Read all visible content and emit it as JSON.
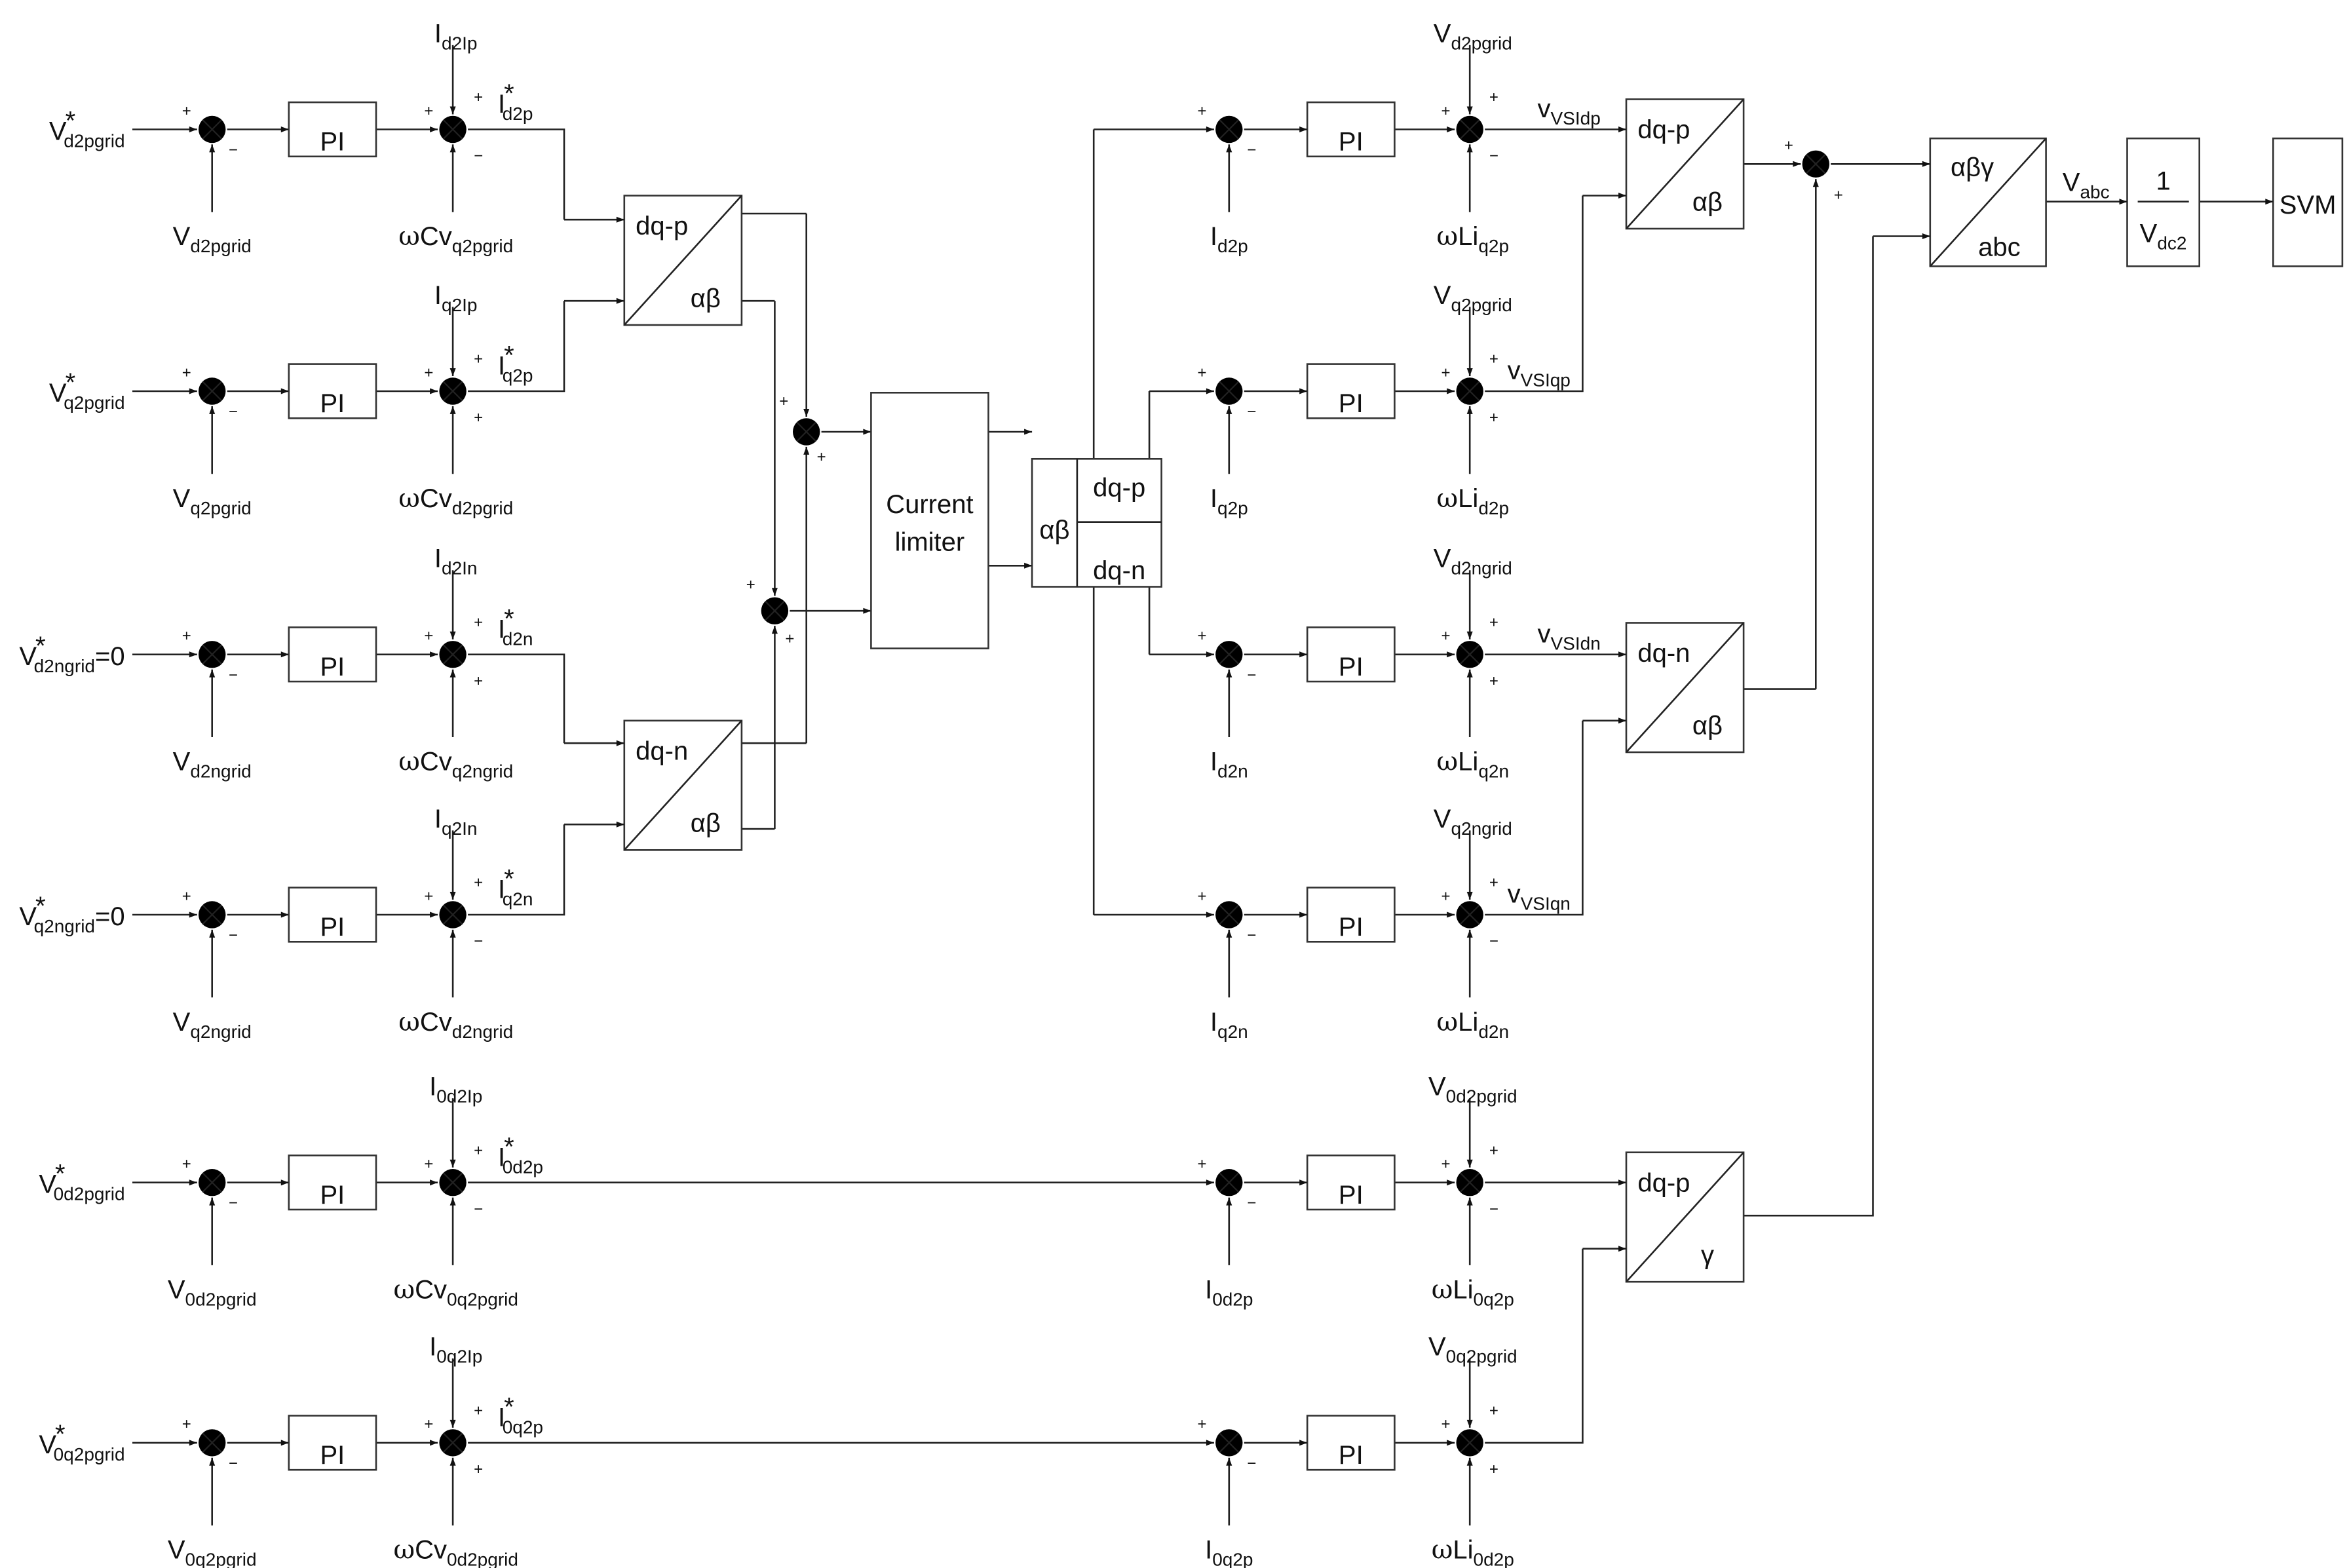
{
  "blocks": {
    "pi": "PI",
    "current_limiter": [
      "Current",
      "limiter"
    ],
    "dq_p": "dq-p",
    "dq_n": "dq-n",
    "ab": "αβ",
    "gamma": "γ",
    "abg": "αβγ",
    "abc": "abc",
    "gain_num": "1",
    "gain_den": {
      "main": "V",
      "sub": "dc2"
    },
    "svm": "SVM"
  },
  "signs": {
    "plus": "+",
    "minus": "−"
  },
  "star": "*",
  "outer_loops": [
    {
      "ref": {
        "main": "V",
        "sub": "d2pgrid",
        "star": true,
        "suffix": ""
      },
      "meas": {
        "main": "V",
        "sub": "d2pgrid"
      },
      "ff_top": {
        "main": "I",
        "sub": "d2Ip"
      },
      "ff_bot": {
        "main": "ωCv",
        "sub": "q2pgrid"
      },
      "out": {
        "main": "I",
        "sub": "d2p",
        "star": true
      },
      "bot_sign": "−"
    },
    {
      "ref": {
        "main": "V",
        "sub": "q2pgrid",
        "star": true,
        "suffix": ""
      },
      "meas": {
        "main": "V",
        "sub": "q2pgrid"
      },
      "ff_top": {
        "main": "I",
        "sub": "q2Ip"
      },
      "ff_bot": {
        "main": "ωCv",
        "sub": "d2pgrid"
      },
      "out": {
        "main": "I",
        "sub": "q2p",
        "star": true
      },
      "bot_sign": "+"
    },
    {
      "ref": {
        "main": "V",
        "sub": "d2ngrid",
        "star": true,
        "suffix": "=0"
      },
      "meas": {
        "main": "V",
        "sub": "d2ngrid"
      },
      "ff_top": {
        "main": "I",
        "sub": "d2In"
      },
      "ff_bot": {
        "main": "ωCv",
        "sub": "q2ngrid"
      },
      "out": {
        "main": "I",
        "sub": "d2n",
        "star": true
      },
      "bot_sign": "+"
    },
    {
      "ref": {
        "main": "V",
        "sub": "q2ngrid",
        "star": true,
        "suffix": "=0"
      },
      "meas": {
        "main": "V",
        "sub": "q2ngrid"
      },
      "ff_top": {
        "main": "I",
        "sub": "q2In"
      },
      "ff_bot": {
        "main": "ωCv",
        "sub": "d2ngrid"
      },
      "out": {
        "main": "I",
        "sub": "q2n",
        "star": true
      },
      "bot_sign": "−"
    },
    {
      "ref": {
        "main": "V",
        "sub": "0d2pgrid",
        "star": true,
        "suffix": ""
      },
      "meas": {
        "main": "V",
        "sub": "0d2pgrid"
      },
      "ff_top": {
        "main": "I",
        "sub": "0d2Ip"
      },
      "ff_bot": {
        "main": "ωCv",
        "sub": "0q2pgrid"
      },
      "out": {
        "main": "I",
        "sub": "0d2p",
        "star": true
      },
      "bot_sign": "−"
    },
    {
      "ref": {
        "main": "V",
        "sub": "0q2pgrid",
        "star": true,
        "suffix": ""
      },
      "meas": {
        "main": "V",
        "sub": "0q2pgrid"
      },
      "ff_top": {
        "main": "I",
        "sub": "0q2Ip"
      },
      "ff_bot": {
        "main": "ωCv",
        "sub": "0d2pgrid"
      },
      "out": {
        "main": "I",
        "sub": "0q2p",
        "star": true
      },
      "bot_sign": "+"
    }
  ],
  "inner_loops": [
    {
      "meas": {
        "main": "I",
        "sub": "d2p"
      },
      "ff_top": {
        "main": "V",
        "sub": "d2pgrid"
      },
      "ff_bot": {
        "main": "ωLi",
        "sub": "q2p"
      },
      "out": {
        "main": "v",
        "sub": "VSIdp"
      },
      "bot_sign": "−"
    },
    {
      "meas": {
        "main": "I",
        "sub": "q2p"
      },
      "ff_top": {
        "main": "V",
        "sub": "q2pgrid"
      },
      "ff_bot": {
        "main": "ωLi",
        "sub": "d2p"
      },
      "out": {
        "main": "v",
        "sub": "VSIqp"
      },
      "bot_sign": "+"
    },
    {
      "meas": {
        "main": "I",
        "sub": "d2n"
      },
      "ff_top": {
        "main": "V",
        "sub": "d2ngrid"
      },
      "ff_bot": {
        "main": "ωLi",
        "sub": "q2n"
      },
      "out": {
        "main": "v",
        "sub": "VSIdn"
      },
      "bot_sign": "+"
    },
    {
      "meas": {
        "main": "I",
        "sub": "q2n"
      },
      "ff_top": {
        "main": "V",
        "sub": "q2ngrid"
      },
      "ff_bot": {
        "main": "ωLi",
        "sub": "d2n"
      },
      "out": {
        "main": "v",
        "sub": "VSIqn"
      },
      "bot_sign": "−"
    },
    {
      "meas": {
        "main": "I",
        "sub": "0d2p"
      },
      "ff_top": {
        "main": "V",
        "sub": "0d2pgrid"
      },
      "ff_bot": {
        "main": "ωLi",
        "sub": "0q2p"
      },
      "out": null,
      "bot_sign": "−"
    },
    {
      "meas": {
        "main": "I",
        "sub": "0q2p"
      },
      "ff_top": {
        "main": "V",
        "sub": "0q2pgrid"
      },
      "ff_bot": {
        "main": "ωLi",
        "sub": "0d2p"
      },
      "out": null,
      "bot_sign": "+"
    }
  ],
  "v_abc": {
    "main": "V",
    "sub": "abc"
  }
}
